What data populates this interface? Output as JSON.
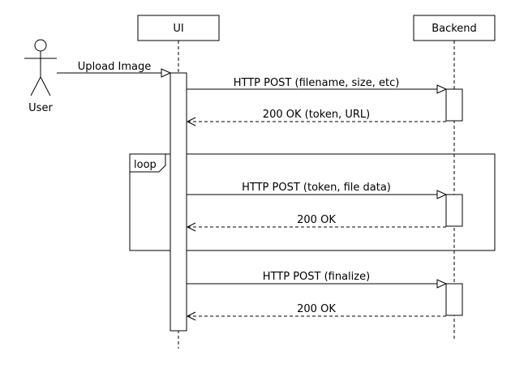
{
  "participants": {
    "actor": "User",
    "ui": "UI",
    "backend": "Backend"
  },
  "fragment": {
    "keyword": "loop"
  },
  "messages": [
    {
      "label": "Upload Image",
      "kind": "sync"
    },
    {
      "label": "HTTP POST (filename, size, etc)",
      "kind": "sync"
    },
    {
      "label": "200 OK (token, URL)",
      "kind": "reply"
    },
    {
      "label": "HTTP POST (token, file data)",
      "kind": "sync"
    },
    {
      "label": "200 OK",
      "kind": "reply"
    },
    {
      "label": "HTTP POST (finalize)",
      "kind": "sync"
    },
    {
      "label": "200 OK",
      "kind": "reply"
    }
  ]
}
